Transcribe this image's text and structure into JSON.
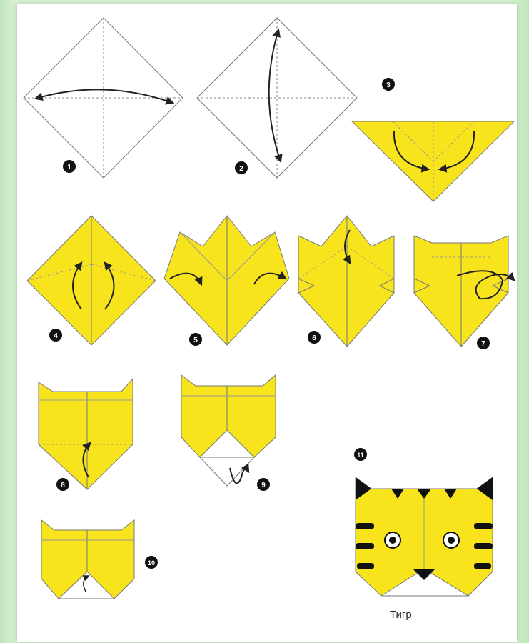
{
  "steps": [
    "1",
    "2",
    "3",
    "4",
    "5",
    "6",
    "7",
    "8",
    "9",
    "10",
    "11"
  ],
  "result_caption": "Тигр",
  "colors": {
    "paper": "#f7e41c",
    "paper_dark": "#e8cf12",
    "outline": "#555555",
    "arrow": "#222222",
    "badge": "#111111",
    "background": "#d7f0d2"
  }
}
